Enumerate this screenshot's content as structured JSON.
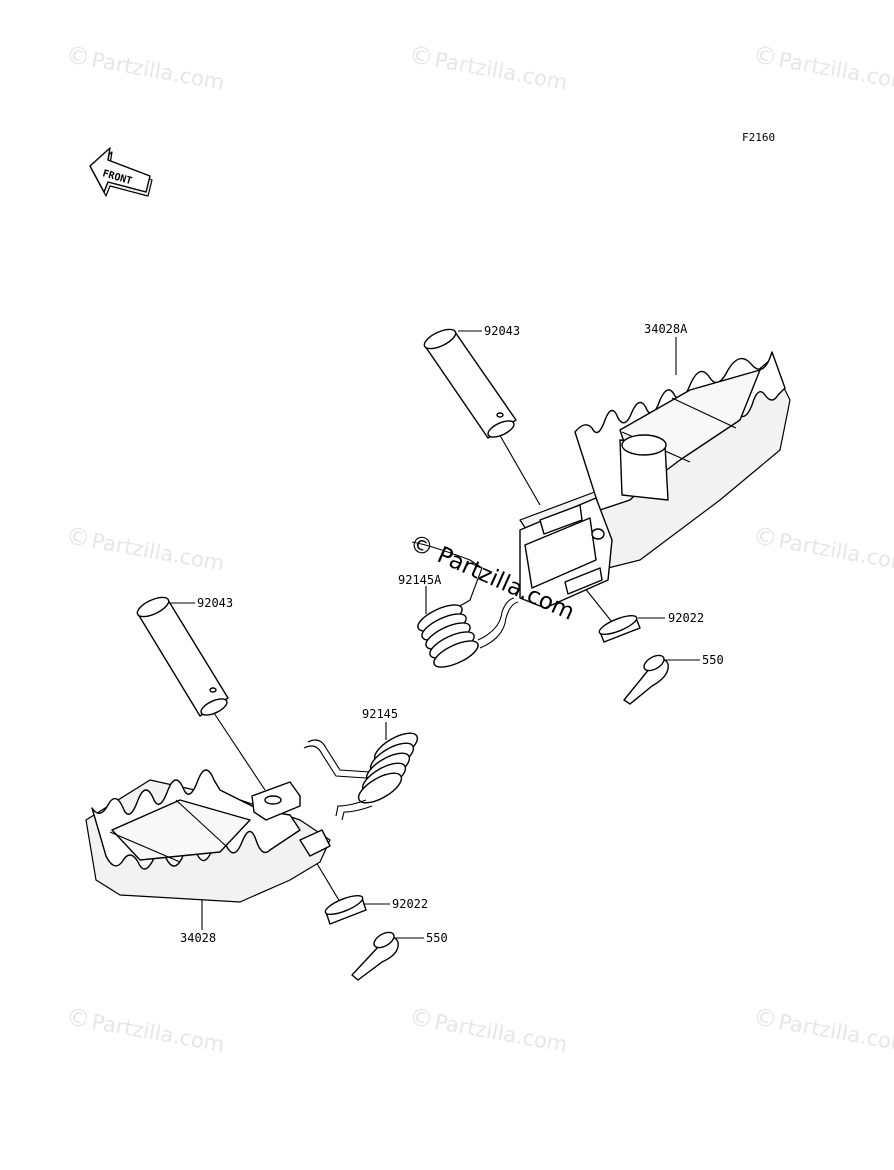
{
  "diagram": {
    "code": "F2160",
    "front_label": "FRONT",
    "watermark": "Partzilla.com",
    "watermark_symbol": "©",
    "center_watermark": "© Partzilla.com",
    "parts": {
      "pin_upper": "92043",
      "footpeg_right": "34028A",
      "spring_upper": "92145A",
      "washer_upper": "92022",
      "cotter_upper": "550",
      "pin_lower": "92043",
      "spring_lower": "92145",
      "washer_lower": "92022",
      "cotter_lower": "550",
      "footpeg_left": "34028"
    }
  }
}
